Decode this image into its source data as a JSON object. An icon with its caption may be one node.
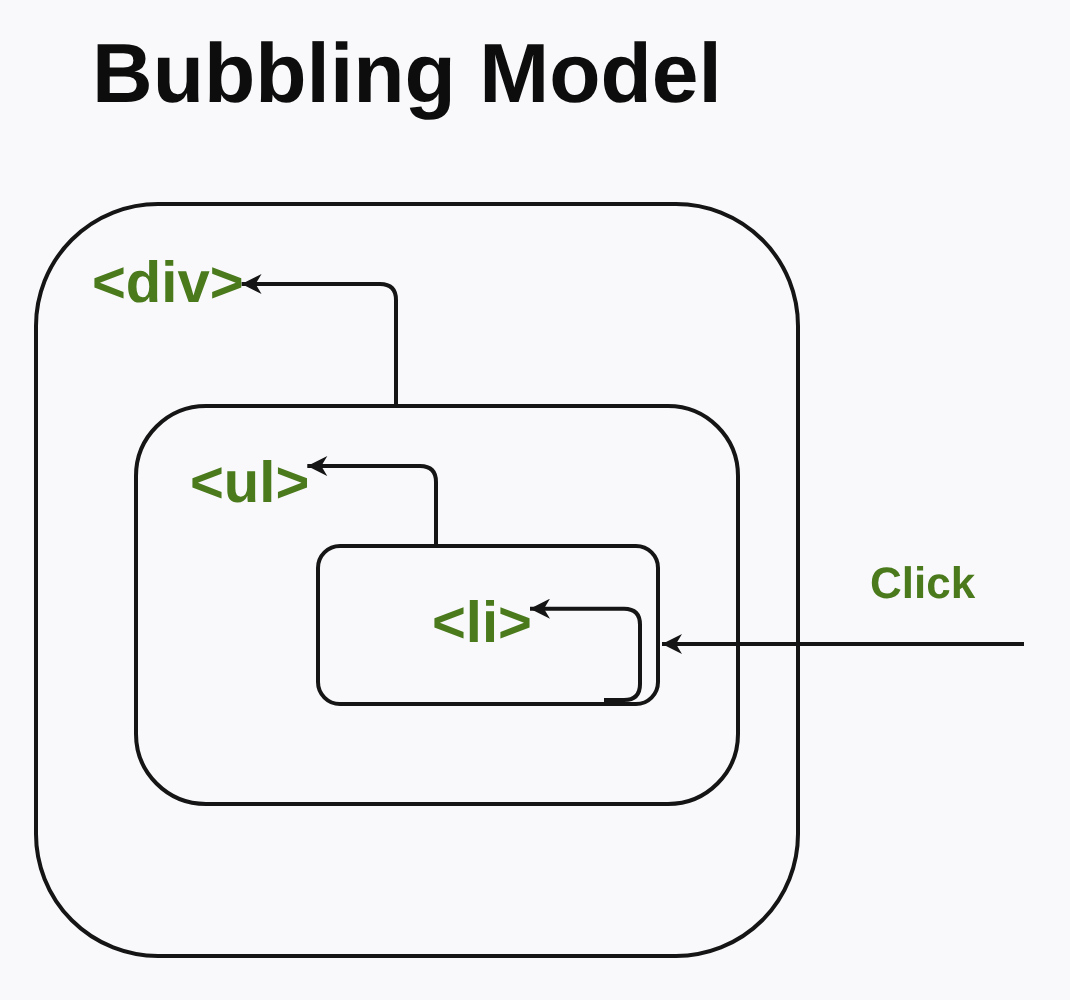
{
  "diagram": {
    "title": "Bubbling Model",
    "nodes": [
      {
        "text": [
          "<div>"
        ]
      },
      {
        "text": [
          "<ul>"
        ],
        "in": 0
      },
      {
        "text": [
          "<li>"
        ],
        "in": 1
      }
    ],
    "edges": [
      {
        "from": 1,
        "to": 0,
        "arrow": "to"
      },
      {
        "from": 2,
        "to": 1,
        "arrow": "to"
      },
      {
        "from": 2,
        "to": 2,
        "arrow": "to"
      },
      {
        "from": null,
        "to": 2,
        "arrow": "to",
        "label": "Click"
      }
    ]
  }
}
